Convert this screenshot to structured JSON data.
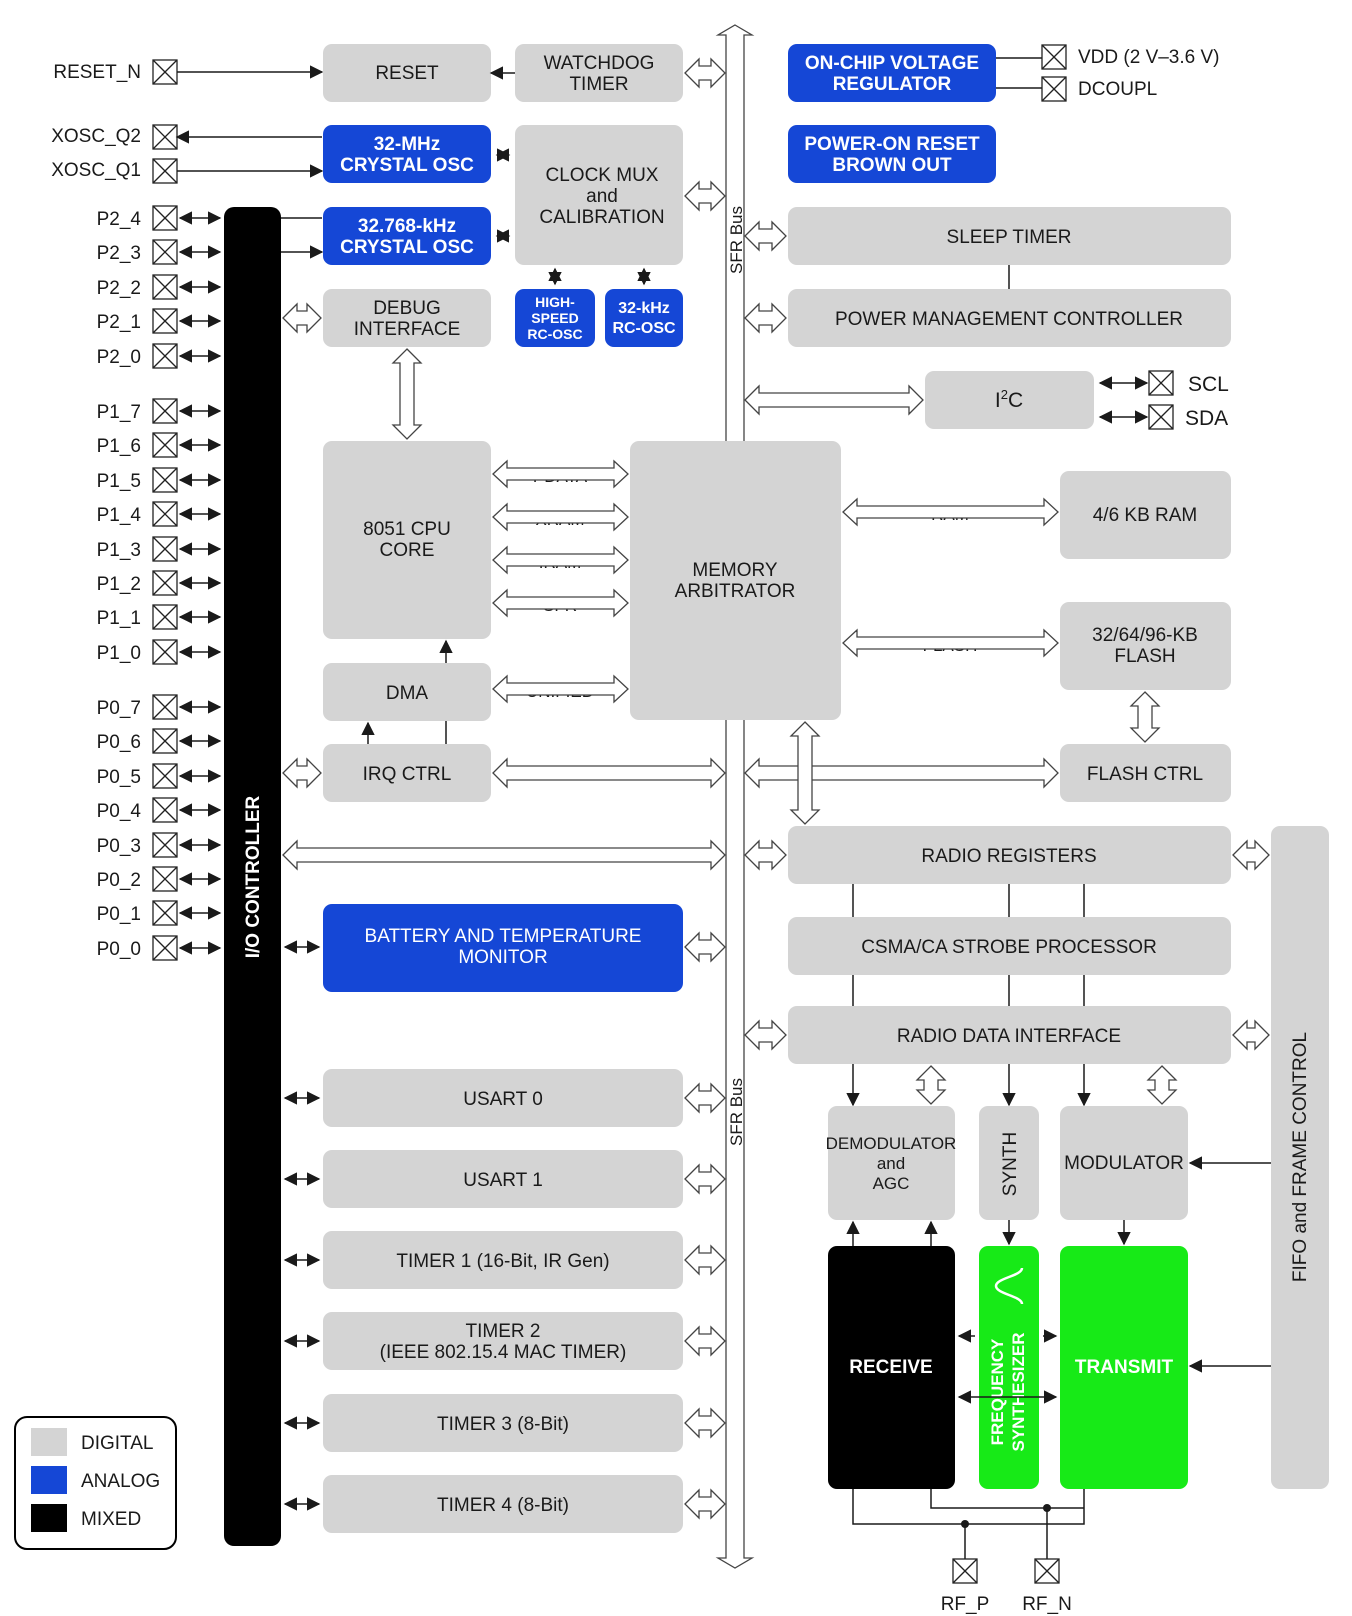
{
  "colors": {
    "digital": "#d4d4d4",
    "analog": "#1547d6",
    "mixed": "#000000",
    "rf_green": "#17ea17"
  },
  "left_pins": {
    "reset": "RESET_N",
    "xosc_q2": "XOSC_Q2",
    "xosc_q1": "XOSC_Q1",
    "p2": [
      "P2_4",
      "P2_3",
      "P2_2",
      "P2_1",
      "P2_0"
    ],
    "p1": [
      "P1_7",
      "P1_6",
      "P1_5",
      "P1_4",
      "P1_3",
      "P1_2",
      "P1_1",
      "P1_0"
    ],
    "p0": [
      "P0_7",
      "P0_6",
      "P0_5",
      "P0_4",
      "P0_3",
      "P0_2",
      "P0_1",
      "P0_0"
    ]
  },
  "right_pins": {
    "vdd": "VDD (2 V–3.6 V)",
    "dcoupl": "DCOUPL",
    "scl": "SCL",
    "sda": "SDA",
    "rf_p": "RF_P",
    "rf_n": "RF_N"
  },
  "blocks": {
    "reset": "RESET",
    "watchdog": [
      "WATCHDOG",
      "TIMER"
    ],
    "voltage_reg": [
      "ON-CHIP VOLTAGE",
      "REGULATOR"
    ],
    "por": [
      "POWER-ON RESET",
      "BROWN OUT"
    ],
    "osc32m": [
      "32-MHz",
      "CRYSTAL OSC"
    ],
    "clock_mux": [
      "CLOCK MUX",
      "and",
      "CALIBRATION"
    ],
    "osc32k": [
      "32.768-kHz",
      "CRYSTAL OSC"
    ],
    "hs_rc": [
      "HIGH-",
      "SPEED",
      "RC-OSC"
    ],
    "rc32k": [
      "32-kHz",
      "RC-OSC"
    ],
    "debug": [
      "DEBUG",
      "INTERFACE"
    ],
    "sleep_timer": "SLEEP TIMER",
    "pmc": "POWER MANAGEMENT CONTROLLER",
    "i2c_main": "I",
    "i2c_sup": "2",
    "i2c_tail": "C",
    "cpu": [
      "8051 CPU",
      "CORE"
    ],
    "mem_arb": [
      "MEMORY",
      "ARBITRATOR"
    ],
    "ram": "4/6 KB RAM",
    "flash": [
      "32/64/96-KB",
      "FLASH"
    ],
    "dma": "DMA",
    "irq": "IRQ CTRL",
    "flash_ctrl": "FLASH CTRL",
    "io_ctrl": "I/O CONTROLLER",
    "radio_regs": "RADIO REGISTERS",
    "csma": "CSMA/CA STROBE PROCESSOR",
    "radio_data": "RADIO DATA INTERFACE",
    "battery": [
      "BATTERY AND TEMPERATURE",
      "MONITOR"
    ],
    "demod": [
      "DEMODULATOR",
      "and",
      "AGC"
    ],
    "synth": "SYNTH",
    "modulator": "MODULATOR",
    "fifo": "FIFO and FRAME CONTROL",
    "receive": "RECEIVE",
    "freq_synth": [
      "FREQUENCY",
      "SYNTHESIZER"
    ],
    "transmit": "TRANSMIT",
    "usart0": "USART 0",
    "usart1": "USART 1",
    "timer1": "TIMER 1 (16-Bit, IR Gen)",
    "timer2": [
      "TIMER 2",
      "(IEEE 802.15.4 MAC TIMER)"
    ],
    "timer3": "TIMER 3 (8-Bit)",
    "timer4": "TIMER 4 (8-Bit)"
  },
  "bus_labels": {
    "pdata": "PDATA",
    "xram": "XRAM",
    "iram": "IRAM",
    "sfr": "SFR",
    "unified": "UNIFIED",
    "ram": "RAM",
    "flash": "FLASH",
    "sfr_bus_top": "SFR Bus",
    "sfr_bus_bottom": "SFR Bus"
  },
  "legend": {
    "digital": "DIGITAL",
    "analog": "ANALOG",
    "mixed": "MIXED"
  }
}
